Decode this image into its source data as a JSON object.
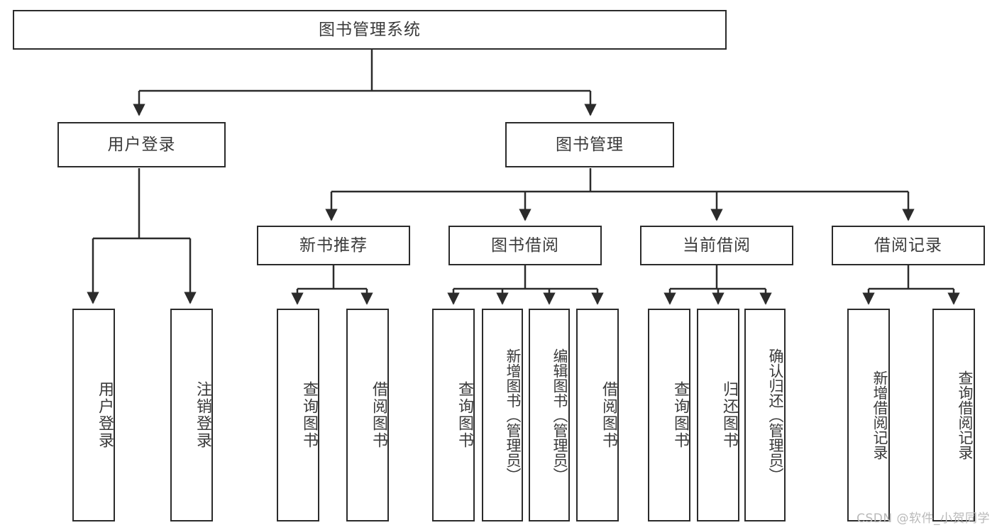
{
  "diagram": {
    "type": "tree-hierarchy",
    "title": "图书管理系统",
    "watermark": "CSDN @软件_小贺同学",
    "colors": {
      "background": "#ffffff",
      "border": "#2b2b2b",
      "text": "#3a3a3a",
      "connector": "#2b2b2b",
      "watermark": "#b9b9b9"
    },
    "root": {
      "label": "图书管理系统"
    },
    "level2": [
      {
        "label": "用户登录"
      },
      {
        "label": "图书管理"
      }
    ],
    "level3": [
      {
        "label": "新书推荐"
      },
      {
        "label": "图书借阅"
      },
      {
        "label": "当前借阅"
      },
      {
        "label": "借阅记录"
      }
    ],
    "leaves": {
      "user_login": [
        {
          "label": "用户登录"
        },
        {
          "label": "注销登录"
        }
      ],
      "new_book_recommend": [
        {
          "label": "查询图书"
        },
        {
          "label": "借阅图书"
        }
      ],
      "book_borrow": [
        {
          "label": "查询图书"
        },
        {
          "label": "新增图书（管理员）"
        },
        {
          "label": "编辑图书（管理员）"
        },
        {
          "label": "借阅图书"
        }
      ],
      "current_borrow": [
        {
          "label": "查询图书"
        },
        {
          "label": "归还图书"
        },
        {
          "label": "确认归还（管理员）"
        }
      ],
      "borrow_record": [
        {
          "label": "新增借阅记录"
        },
        {
          "label": "查询借阅记录"
        }
      ]
    }
  }
}
